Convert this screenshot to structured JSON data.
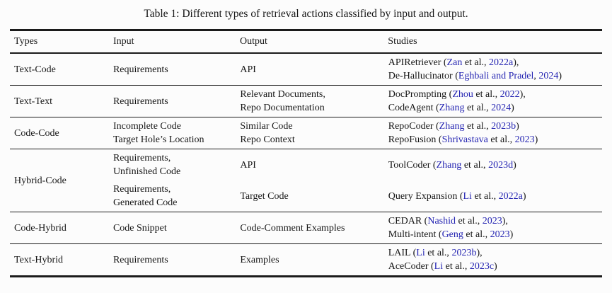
{
  "caption": "Table 1: Different types of retrieval actions classified by input and output.",
  "colors": {
    "text": "#161616",
    "citation": "#2424b2",
    "rule": "#1b1b1b",
    "background": "#fcfcfc"
  },
  "table": {
    "columns": [
      "Types",
      "Input",
      "Output",
      "Studies"
    ],
    "rows": [
      {
        "type": "Text-Code",
        "groups": [
          {
            "input": [
              "Requirements"
            ],
            "output": [
              "API"
            ],
            "studies": [
              [
                {
                  "t": "APIRetriever ("
                },
                {
                  "t": "Zan",
                  "cite": true
                },
                {
                  "t": " et al., "
                },
                {
                  "t": "2022a",
                  "cite": true
                },
                {
                  "t": "),"
                }
              ],
              [
                {
                  "t": "De-Hallucinator ("
                },
                {
                  "t": "Eghbali and Pradel",
                  "cite": true
                },
                {
                  "t": ", "
                },
                {
                  "t": "2024",
                  "cite": true
                },
                {
                  "t": ")"
                }
              ]
            ]
          }
        ]
      },
      {
        "type": "Text-Text",
        "groups": [
          {
            "input": [
              "Requirements"
            ],
            "output": [
              "Relevant Documents,",
              "Repo Documentation"
            ],
            "studies": [
              [
                {
                  "t": "DocPrompting ("
                },
                {
                  "t": "Zhou",
                  "cite": true
                },
                {
                  "t": " et al., "
                },
                {
                  "t": "2022",
                  "cite": true
                },
                {
                  "t": "),"
                }
              ],
              [
                {
                  "t": "CodeAgent ("
                },
                {
                  "t": "Zhang",
                  "cite": true
                },
                {
                  "t": " et al., "
                },
                {
                  "t": "2024",
                  "cite": true
                },
                {
                  "t": ")"
                }
              ]
            ]
          }
        ]
      },
      {
        "type": "Code-Code",
        "groups": [
          {
            "input": [
              "Incomplete Code",
              "Target Hole’s Location"
            ],
            "output": [
              "Similar Code",
              "Repo Context"
            ],
            "studies": [
              [
                {
                  "t": "RepoCoder ("
                },
                {
                  "t": "Zhang",
                  "cite": true
                },
                {
                  "t": " et al., "
                },
                {
                  "t": "2023b",
                  "cite": true
                },
                {
                  "t": ")"
                }
              ],
              [
                {
                  "t": "RepoFusion ("
                },
                {
                  "t": "Shrivastava",
                  "cite": true
                },
                {
                  "t": " et al., "
                },
                {
                  "t": "2023",
                  "cite": true
                },
                {
                  "t": ")"
                }
              ]
            ]
          }
        ]
      },
      {
        "type": "Hybrid-Code",
        "groups": [
          {
            "input": [
              "Requirements,",
              "Unfinished Code"
            ],
            "output": [
              "API"
            ],
            "studies": [
              [
                {
                  "t": "ToolCoder ("
                },
                {
                  "t": "Zhang",
                  "cite": true
                },
                {
                  "t": " et al., "
                },
                {
                  "t": "2023d",
                  "cite": true
                },
                {
                  "t": ")"
                }
              ]
            ]
          },
          {
            "input": [
              "Requirements,",
              "Generated Code"
            ],
            "output": [
              "Target Code"
            ],
            "studies": [
              [
                {
                  "t": "Query Expansion ("
                },
                {
                  "t": "Li",
                  "cite": true
                },
                {
                  "t": " et al., "
                },
                {
                  "t": "2022a",
                  "cite": true
                },
                {
                  "t": ")"
                }
              ]
            ]
          }
        ]
      },
      {
        "type": "Code-Hybrid",
        "groups": [
          {
            "input": [
              "Code Snippet"
            ],
            "output": [
              "Code-Comment Examples"
            ],
            "studies": [
              [
                {
                  "t": "CEDAR ("
                },
                {
                  "t": "Nashid",
                  "cite": true
                },
                {
                  "t": " et al., "
                },
                {
                  "t": "2023",
                  "cite": true
                },
                {
                  "t": "),"
                }
              ],
              [
                {
                  "t": "Multi-intent ("
                },
                {
                  "t": "Geng",
                  "cite": true
                },
                {
                  "t": " et al., "
                },
                {
                  "t": "2023",
                  "cite": true
                },
                {
                  "t": ")"
                }
              ]
            ]
          }
        ]
      },
      {
        "type": "Text-Hybrid",
        "groups": [
          {
            "input": [
              "Requirements"
            ],
            "output": [
              "Examples"
            ],
            "studies": [
              [
                {
                  "t": "LAIL ("
                },
                {
                  "t": "Li",
                  "cite": true
                },
                {
                  "t": " et al., "
                },
                {
                  "t": "2023b",
                  "cite": true
                },
                {
                  "t": "),"
                }
              ],
              [
                {
                  "t": "AceCoder ("
                },
                {
                  "t": "Li",
                  "cite": true
                },
                {
                  "t": " et al., "
                },
                {
                  "t": "2023c",
                  "cite": true
                },
                {
                  "t": ")"
                }
              ]
            ]
          }
        ]
      }
    ]
  }
}
